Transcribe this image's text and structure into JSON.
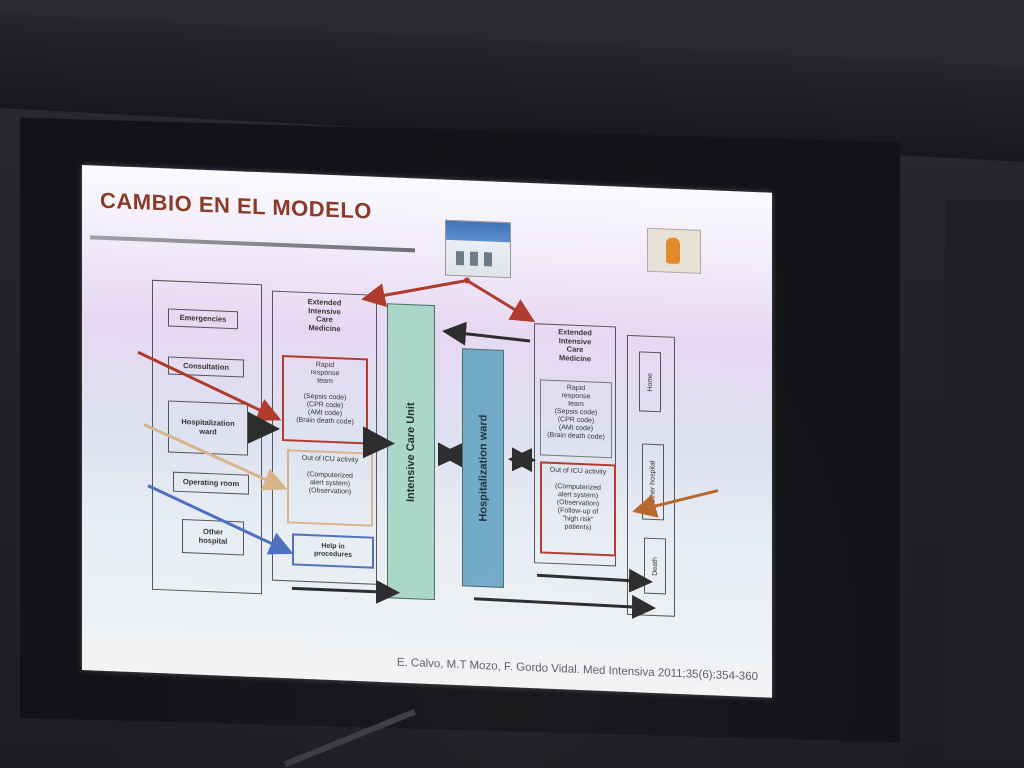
{
  "slide": {
    "title": "CAMBIO EN EL MODELO",
    "citation": "E. Calvo, M.T Mozo, F. Gordo Vidal. Med Intensiva 2011;35(6):354-360"
  },
  "left_column": {
    "items": [
      "Emergencies",
      "Consultation",
      "Hospitalization\nward",
      "Operating room",
      "Other\nhospital"
    ]
  },
  "eicm_left": {
    "heading": "Extended\nIntensive\nCare\nMedicine",
    "rapid": "Rapid\nresponse\nteam\n\n(Sepsis code)\n(CPR code)\n(AMI code)\n(Brain death code)",
    "out_of_icu": "Out of ICU activity\n\n(Computerized\nalert system)\n(Observation)",
    "help": "Help in\nprocedures"
  },
  "bars": {
    "icu": "Intensive Care Unit",
    "ward": "Hospitalization ward"
  },
  "eicm_right": {
    "heading": "Extended\nIntensive\nCare\nMedicine",
    "rapid": "Rapid\nresponse\nteam\n(Sepsis code)\n(CPR code)\n(AMI code)\n(Brain death code)",
    "out_of_icu": "Out of ICU activity\n\n(Computerized\nalert system)\n(Observation)\n(Follow-up of\n\"high risk\"\npatients)"
  },
  "destinations": {
    "home": "Home",
    "other_hospital": "Other hospital",
    "death": "Death"
  },
  "colors": {
    "slide_title": "#8a3b28",
    "red_arrow": "#b0392b",
    "tan_arrow": "#d7b48a",
    "blue_arrow": "#4d6fbf",
    "orange_arrow": "#b5652a",
    "icu_bar": "#a9d6c7",
    "ward_bar": "#6fa9c6"
  }
}
